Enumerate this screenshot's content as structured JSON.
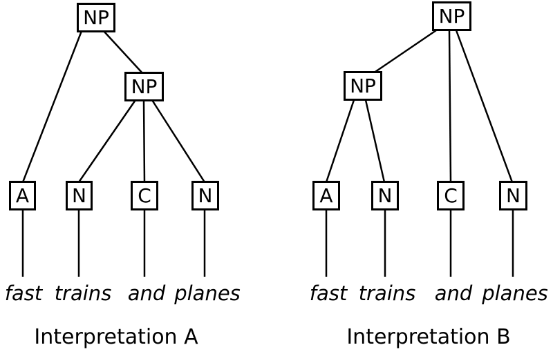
{
  "page": {
    "background_color": "#ffffff",
    "line_color": "#000000",
    "text_color": "#000000"
  },
  "trees": [
    {
      "caption": "Interpretation A",
      "root_label": "NP",
      "inner_label": "NP",
      "leaves": [
        "A",
        "N",
        "C",
        "N"
      ],
      "words": [
        "fast",
        "trains",
        "and",
        "planes"
      ]
    },
    {
      "caption": "Interpretation B",
      "root_label": "NP",
      "inner_label": "NP",
      "leaves": [
        "A",
        "N",
        "C",
        "N"
      ],
      "words": [
        "fast",
        "trains",
        "and",
        "planes"
      ]
    }
  ]
}
